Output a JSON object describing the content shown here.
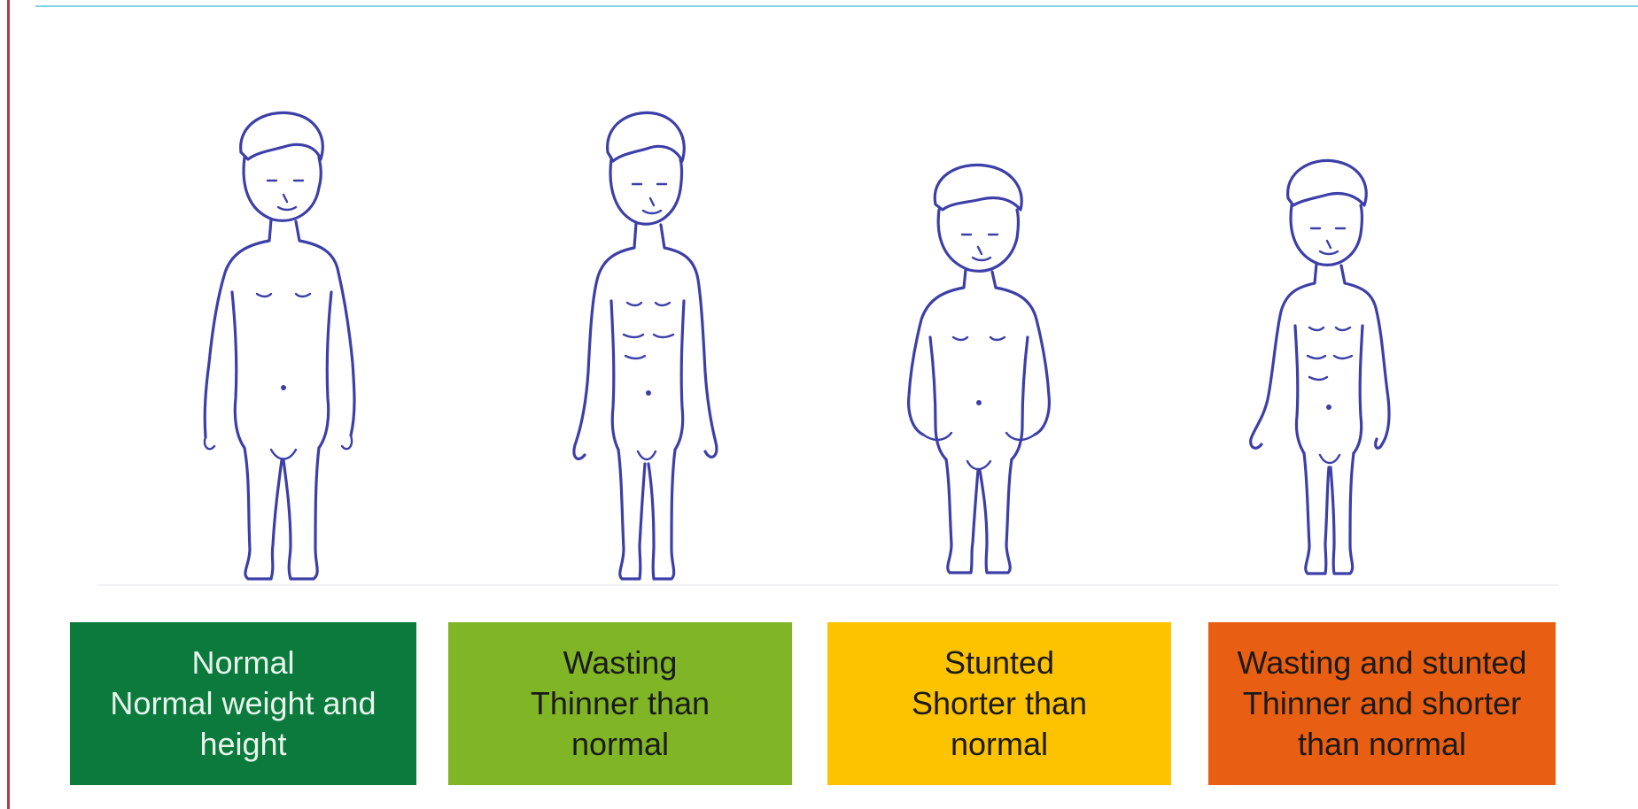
{
  "categories": [
    {
      "title": "Normal",
      "description": "Normal weight and\nheight",
      "background": "#0b7a3c",
      "text_color": "#e9f5ec",
      "figure_icon": "child-normal-figure"
    },
    {
      "title": "Wasting",
      "description": "Thinner than\nnormal",
      "background": "#80b526",
      "text_color": "#1a1a1a",
      "figure_icon": "child-wasting-figure"
    },
    {
      "title": "Stunted",
      "description": "Shorter than\nnormal",
      "background": "#fdc200",
      "text_color": "#1a1a1a",
      "figure_icon": "child-stunted-figure"
    },
    {
      "title": "Wasting and stunted",
      "description": "Thinner and shorter\nthan normal",
      "background": "#e85e12",
      "text_color": "#1a1a1a",
      "figure_icon": "child-wasting-and-stunted-figure"
    }
  ],
  "colors": {
    "line_art": "#3c3fa8",
    "top_rule": "#7fd3e6",
    "left_rule": "#b23a48"
  }
}
